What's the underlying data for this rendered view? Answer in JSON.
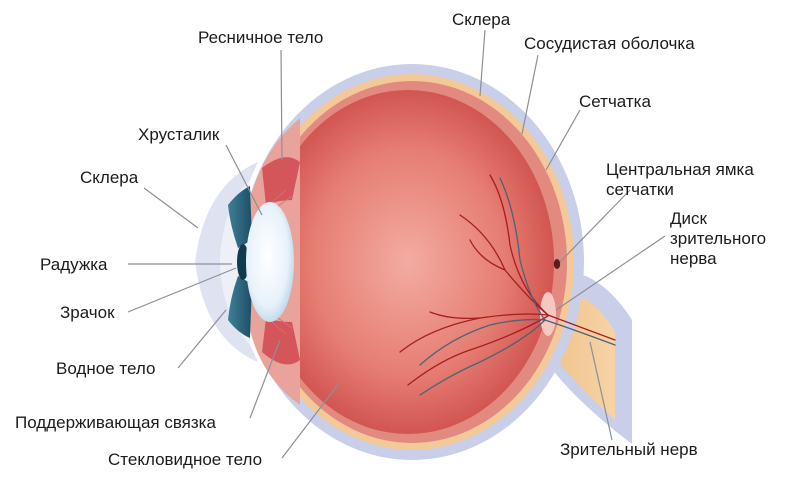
{
  "diagram": {
    "labels": {
      "sclera_top": "Склера",
      "choroid": "Сосудистая оболочка",
      "ciliary_body": "Ресничное тело",
      "retina": "Сетчатка",
      "lens": "Хрусталик",
      "fovea_line1": "Центральная ямка",
      "fovea_line2": "сетчатки",
      "sclera_left": "Склера",
      "optic_disc_line1": "Диск",
      "optic_disc_line2": "зрительного",
      "optic_disc_line3": "нерва",
      "iris": "Радужка",
      "pupil": "Зрачок",
      "aqueous_humor": "Водное тело",
      "zonule": "Поддерживающая связка",
      "vitreous_body": "Стекловидное тело",
      "optic_nerve": "Зрительный нерв"
    },
    "colors": {
      "sclera": "#c9cfe8",
      "choroid": "#f3c99a",
      "retina_edge": "#e99a8f",
      "vitreous_center": "#f0a39a",
      "vitreous_edge": "#cf4a48",
      "lens": "#eaf3fb",
      "iris": "#2f6d86",
      "cornea": "#dfe3f1",
      "optic_nerve": "#f2c48f",
      "vessel_red": "#a51e23",
      "vessel_blue": "#4a6378"
    }
  }
}
